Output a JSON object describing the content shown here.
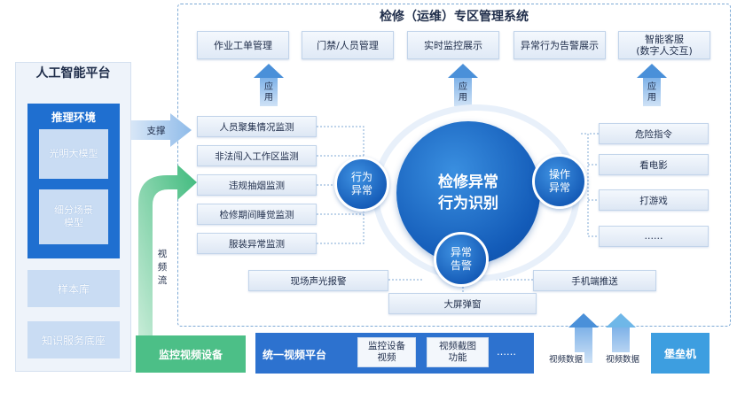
{
  "system_title": "检修（运维）专区管理系统",
  "top_apps": [
    "作业工单管理",
    "门禁/人员管理",
    "实时监控展示",
    "异常行为告警展示",
    "智能客服\n(数字人交互)"
  ],
  "app_label": "应用",
  "left_items": [
    "人员聚集情况监测",
    "非法闯入工作区监测",
    "违规抽烟监测",
    "检修期间睡觉监测",
    "服装异常监测"
  ],
  "right_items": [
    "危险指令",
    "看电影",
    "打游戏",
    "……"
  ],
  "bottom_items": {
    "sound_alarm": "现场声光报警",
    "mobile_push": "手机端推送",
    "screen_popup": "大屏弹窗"
  },
  "center": {
    "line1": "检修异常",
    "line2": "行为识别"
  },
  "circles": {
    "behavior": [
      "行为",
      "异常"
    ],
    "operation": [
      "操作",
      "异常"
    ],
    "alarm": [
      "异常",
      "告警"
    ]
  },
  "ai_platform": {
    "title": "人工智能平台",
    "env_title": "推理环境",
    "env_items": [
      "光明大模型",
      "细分场景\n模型"
    ],
    "sample_lib": "样本库",
    "knowledge_base": "知识服务底座"
  },
  "support_label": "支撑",
  "video_flow_label": "视频流",
  "monitor_device": "监控视频设备",
  "video_platform": {
    "title": "统一视频平台",
    "items": [
      "监控设备\n视频",
      "视频截图\n功能"
    ],
    "more": "……"
  },
  "bastion": "堡垒机",
  "video_data_label": "视频数据",
  "colors": {
    "primary": "#135bb8",
    "accent_blue": "#2d72cf",
    "green": "#4cbf87",
    "bastion": "#3d9ee0"
  }
}
